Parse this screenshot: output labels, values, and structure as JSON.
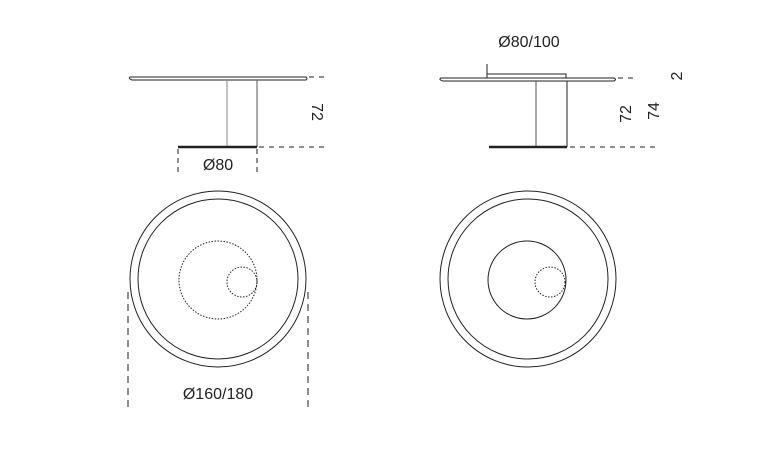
{
  "left_table": {
    "base_diameter": "Ø80",
    "height": "72",
    "top_diameter": "Ø160/180"
  },
  "right_table": {
    "insert_diameter": "Ø80/100",
    "height_base": "72",
    "height_total": "74",
    "insert_thickness": "2"
  },
  "colors": {
    "line": "#222222",
    "column": "#888888"
  }
}
